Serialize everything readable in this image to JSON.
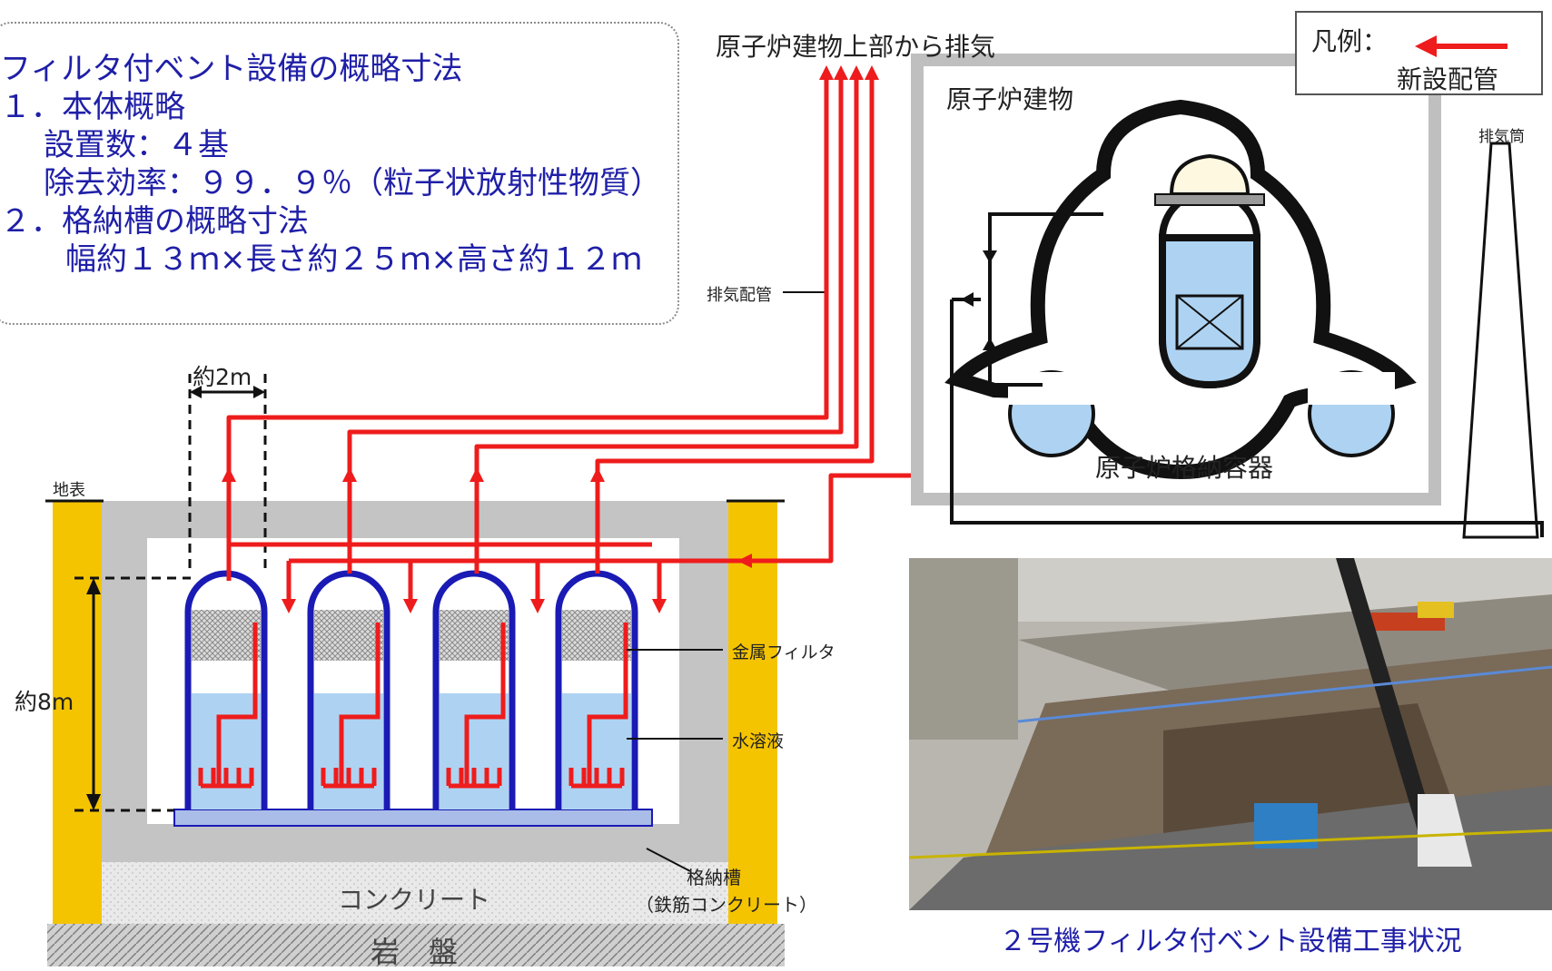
{
  "summary": {
    "title": "フィルタ付ベント設備の概略寸法",
    "item1": "１．本体概略",
    "count": "設置数：４基",
    "efficiency": "除去効率：９９．９％（粒子状放射性物質）",
    "item2": "２．格納槽の概略寸法",
    "dimensions": "幅約１３ｍ×長さ約２５ｍ×高さ約１２ｍ"
  },
  "legend": {
    "title": "凡例：",
    "new_piping": "新設配管"
  },
  "labels": {
    "exhaust_top": "原子炉建物上部から排気",
    "reactor_building": "原子炉建物",
    "stack": "排気筒",
    "exhaust_pipe": "排気配管",
    "containment": "原子炉格納容器",
    "width_2m": "約2m",
    "ground": "地表",
    "height_8m": "約8m",
    "metal_filter": "金属フィルタ",
    "water_solution": "水溶液",
    "storage_tank": "格納槽",
    "rc": "（鉄筋コンクリート）",
    "concrete": "コンクリート",
    "bedrock": "岩　盤"
  },
  "photo": {
    "caption": "２号機フィルタ付ベント設備工事状況"
  },
  "colors": {
    "new_pipe": "#ee1c1c",
    "vessel": "#1a1ab5",
    "water": "#aed3f2",
    "pillar": "#f5c400",
    "tank_wall": "#c4c4c4",
    "summary_text": "#1f1fa8"
  }
}
